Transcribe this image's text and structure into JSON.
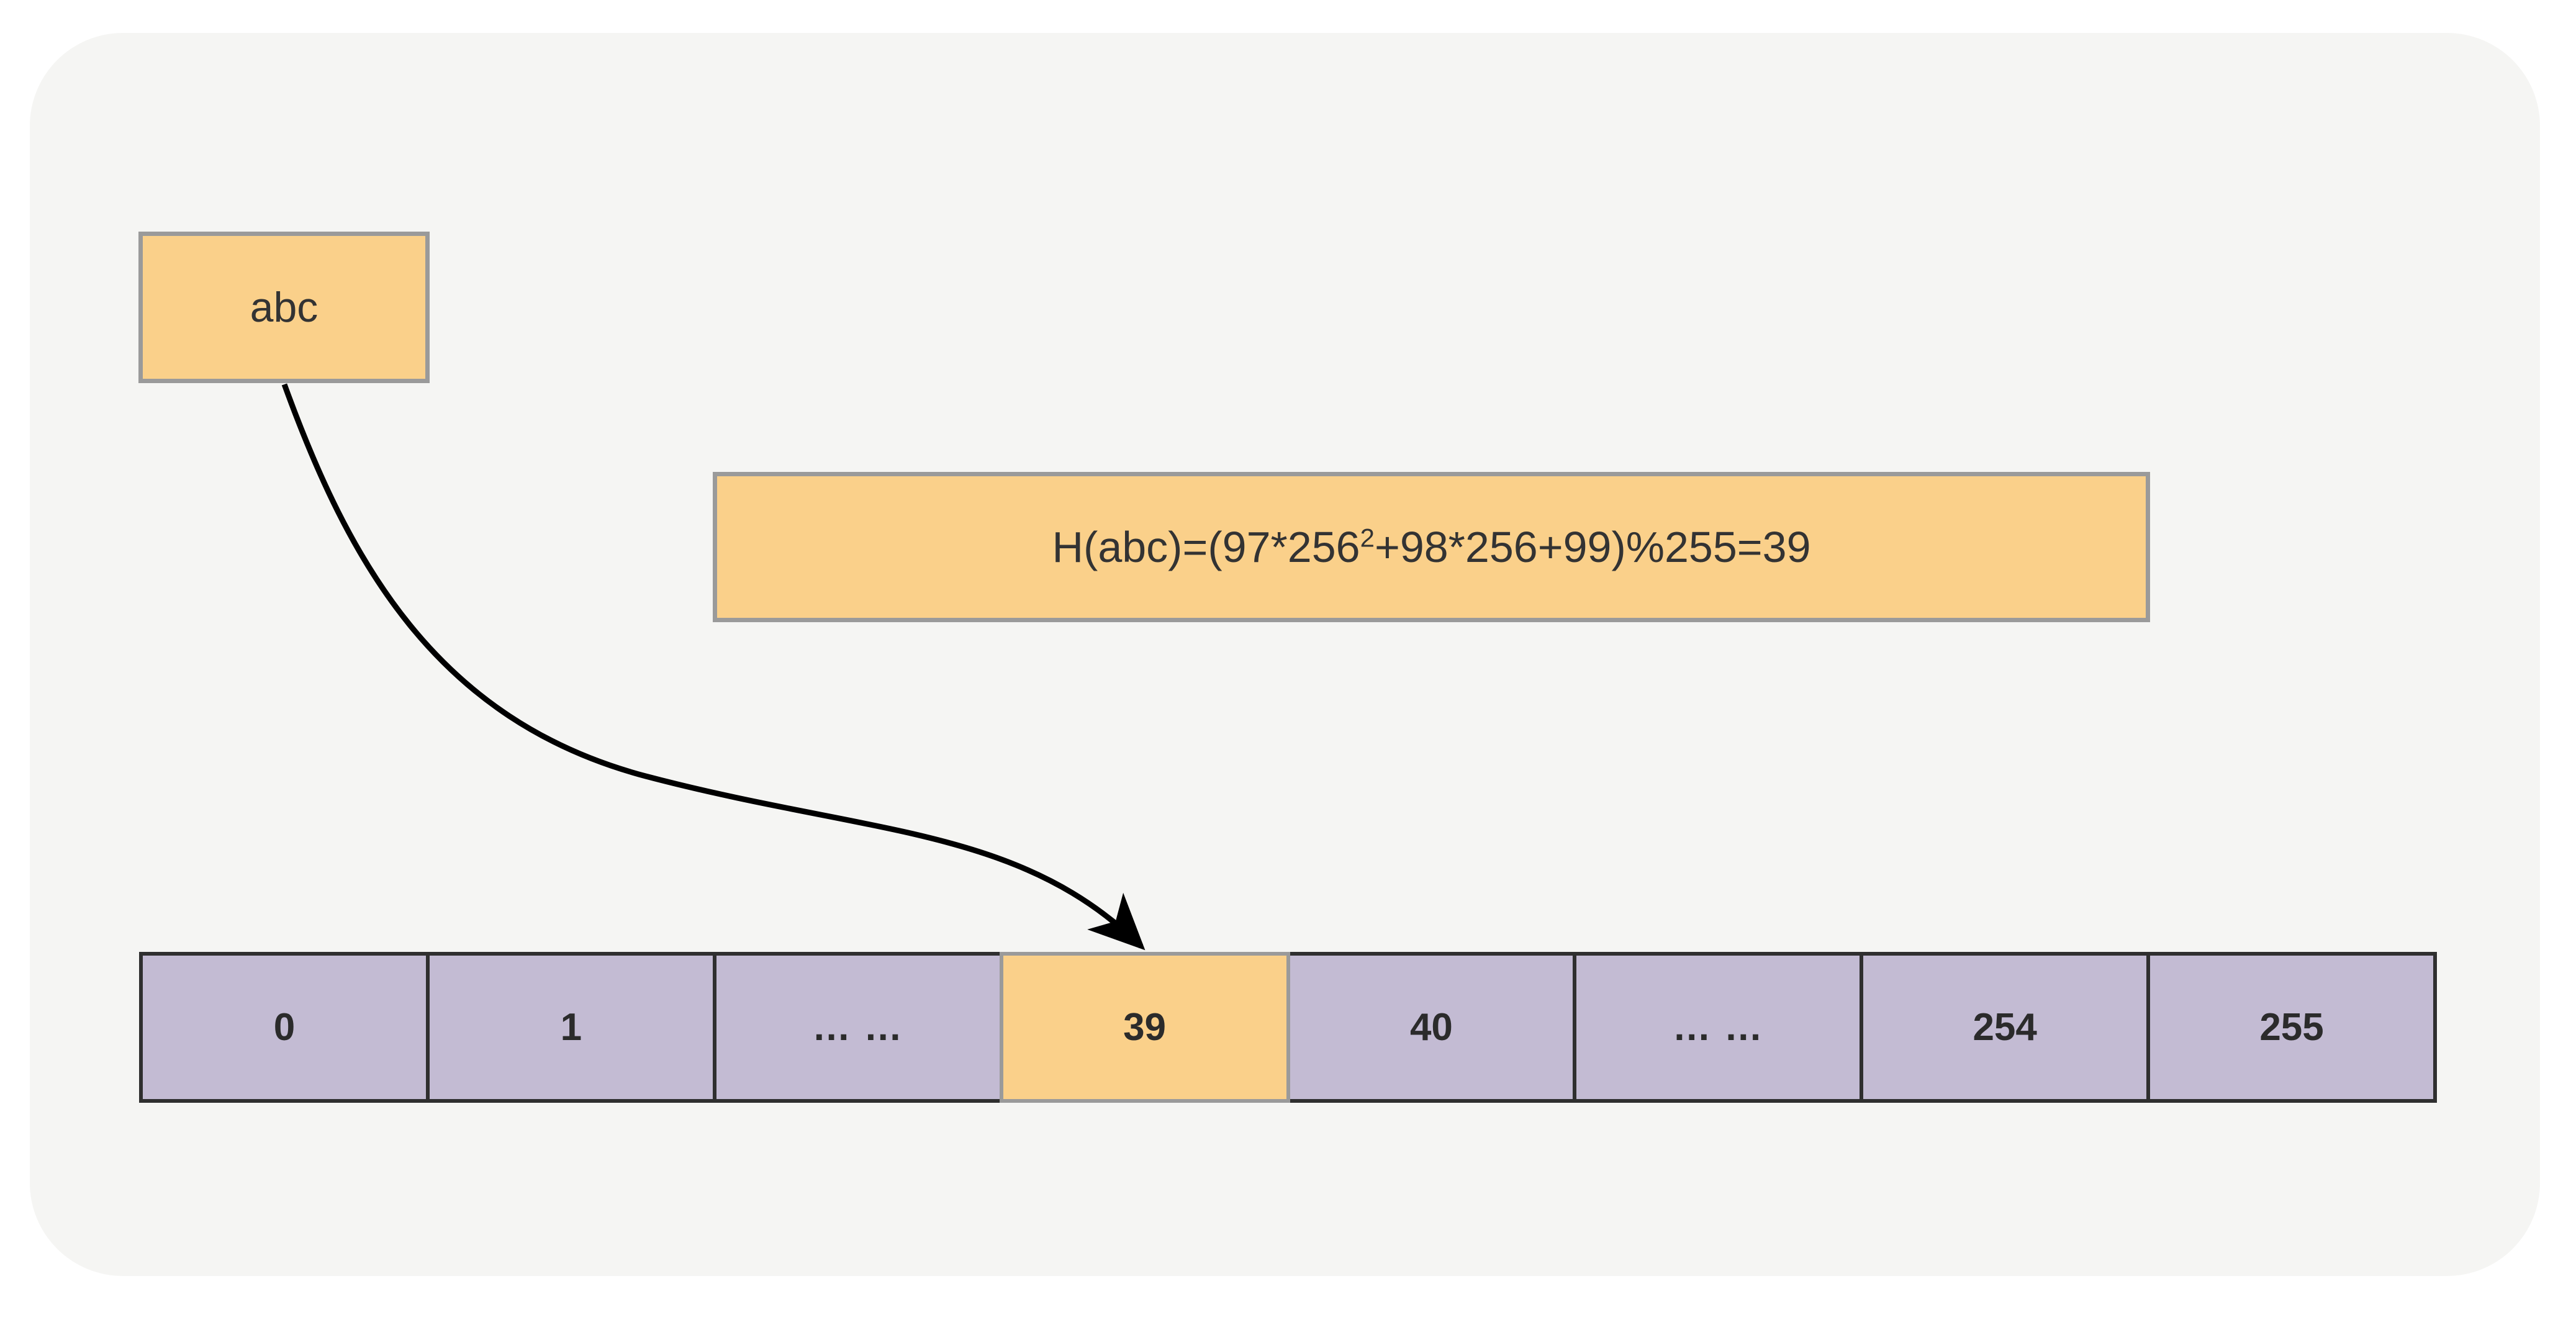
{
  "diagram": {
    "title": "Hash function mapping of key to bucket index",
    "colors": {
      "panel_background": "#f5f5f3",
      "page_background": "#ffffff",
      "highlight_fill": "#fad08a",
      "highlight_border": "#9a9a9a",
      "bucket_fill": "#c3bbd3",
      "bucket_border": "#2f2f2f",
      "text": "#2b2b2b",
      "arrow": "#000000"
    }
  },
  "key_box": {
    "label": "abc"
  },
  "formula_box": {
    "prefix": "H(abc)=(97*256",
    "exponent": "2",
    "suffix": "+98*256+99)%255=39",
    "full_text": "H(abc)=(97*256²+98*256+99)%255=39"
  },
  "hash_table": {
    "cells": [
      {
        "label": "0",
        "highlight": false
      },
      {
        "label": "1",
        "highlight": false
      },
      {
        "label": "… …",
        "highlight": false
      },
      {
        "label": "39",
        "highlight": true
      },
      {
        "label": "40",
        "highlight": false
      },
      {
        "label": "… …",
        "highlight": false
      },
      {
        "label": "254",
        "highlight": false
      },
      {
        "label": "255",
        "highlight": false
      }
    ]
  },
  "arrow": {
    "name": "key-to-bucket-arrow",
    "from": "abc",
    "to": "39"
  }
}
